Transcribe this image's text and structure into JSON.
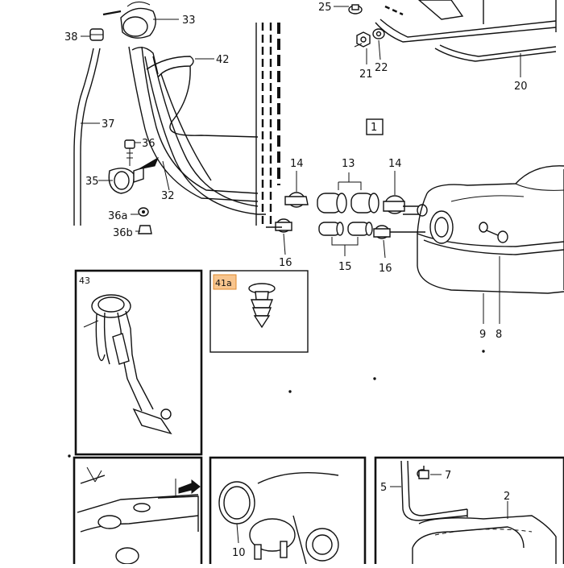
{
  "diagram": {
    "callouts": {
      "c1": "1",
      "c2": "2",
      "c5": "5",
      "c7": "7",
      "c8": "8",
      "c9": "9",
      "c10": "10",
      "c13": "13",
      "c14a": "14",
      "c14b": "14",
      "c15": "15",
      "c16a": "16",
      "c16b": "16",
      "c20": "20",
      "c21": "21",
      "c22": "22",
      "c25": "25",
      "c32": "32",
      "c33": "33",
      "c35": "35",
      "c36": "36",
      "c36a": "36a",
      "c36b": "36b",
      "c37": "37",
      "c38": "38",
      "c41a": "41a",
      "c42": "42",
      "c43": "43"
    },
    "colors": {
      "line": "#111111",
      "highlight_fill": "#f8c58e",
      "highlight_border": "#e08a2e"
    }
  }
}
